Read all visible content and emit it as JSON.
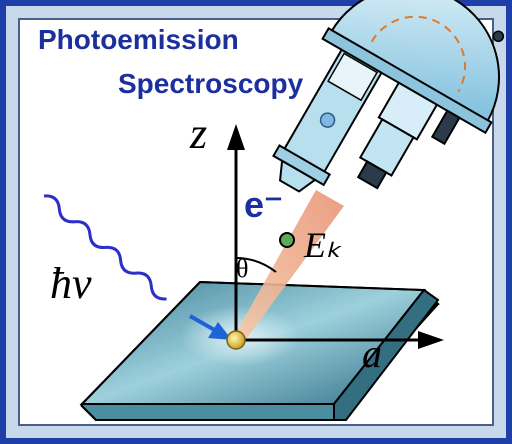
{
  "title": {
    "line1": "Photoemission",
    "line2": "Spectroscopy"
  },
  "labels": {
    "z_axis": "z",
    "a_axis": "a",
    "theta": "θ",
    "electron": "e⁻",
    "energy": "Eₖ",
    "photon": "ħν"
  },
  "colors": {
    "frame": "#1f3fa8",
    "title": "#1c2f9e",
    "photon_wave": "#2d2fc8",
    "beam": "#f0b29a",
    "sample_top": "#6aa6b4",
    "analyzer": "#a9d8ec"
  },
  "icons": {
    "analyzer": "hemispherical-analyzer-icon",
    "photon": "wavy-photon-icon",
    "sample": "sample-slab-icon"
  }
}
